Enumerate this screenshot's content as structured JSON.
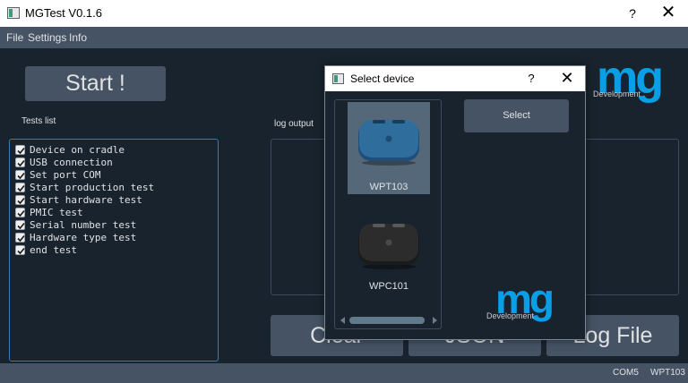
{
  "window": {
    "title": "MGTest V0.1.6",
    "help_label": "?",
    "close_label": "✕"
  },
  "menu": {
    "items": [
      {
        "label": "File"
      },
      {
        "label": "Settings"
      },
      {
        "label": "Info"
      }
    ]
  },
  "main": {
    "start_label": "Start !",
    "tests_label": "Tests list",
    "tests": [
      {
        "label": "Device on cradle",
        "checked": true
      },
      {
        "label": "USB connection",
        "checked": true
      },
      {
        "label": "Set port COM",
        "checked": true
      },
      {
        "label": "Start production test",
        "checked": true
      },
      {
        "label": "Start hardware test",
        "checked": true
      },
      {
        "label": "PMIC test",
        "checked": true
      },
      {
        "label": "Serial number test",
        "checked": true
      },
      {
        "label": "Hardware type test",
        "checked": true
      },
      {
        "label": "end test",
        "checked": true
      }
    ],
    "log_label": "log output",
    "buttons": {
      "clear": "Clear",
      "json": "JSON",
      "logfile": "Log File"
    },
    "logo": {
      "text": "mg",
      "sub": "Development"
    }
  },
  "statusbar": {
    "port": "COM5",
    "device": "WPT103"
  },
  "dialog": {
    "title": "Select device",
    "help_label": "?",
    "close_label": "✕",
    "devices": [
      {
        "name": "WPT103",
        "color": "#2f6d9c",
        "selected": true
      },
      {
        "name": "WPC101",
        "color": "#2c2c2c",
        "selected": false
      }
    ],
    "select_label": "Select",
    "logo": {
      "text": "mg",
      "sub": "Development"
    }
  },
  "colors": {
    "background": "#19232d",
    "panel": "#455364",
    "accent": "#0a9ee5",
    "border_active": "#2c7fbf"
  }
}
